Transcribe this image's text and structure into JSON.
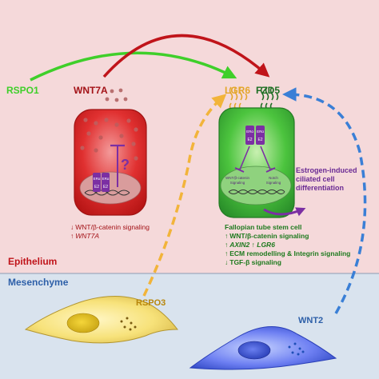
{
  "regions": {
    "epithelium": "Epithelium",
    "mesenchyme": "Mesenchyme"
  },
  "ligands": {
    "rspo1": "RSPO1",
    "wnt7a": "WNT7A",
    "lgr6": "LGR6",
    "fzd5": "FZD5",
    "rspo3": "RSPO3",
    "wnt2": "WNT2"
  },
  "red_cell": {
    "question_mark": "?",
    "era_left": "ERα",
    "e2_left": "E2",
    "era_right": "ERα",
    "e2_right": "E2",
    "effects": [
      {
        "arrow": "↓",
        "text": "WNT/β-catenin signaling",
        "italic": false
      },
      {
        "arrow": "↑",
        "text": "WNT7A",
        "italic": true
      }
    ]
  },
  "green_cell": {
    "era_left": "ERα",
    "e2_left": "E2",
    "era_right": "ERα",
    "e2_right": "E2",
    "wnt_label_1": "WNT/β-catenin",
    "wnt_label_2": "Signaling",
    "notch_label_1": "Notch",
    "notch_label_2": "Signaling",
    "title": "Fallopian tube stem cell",
    "effects": [
      {
        "arrow": "↑",
        "text": "WNT/β-catenin signaling"
      },
      {
        "arrow": "↑",
        "text": "AXIN2  ↑ LGR6"
      },
      {
        "arrow": "↑",
        "text": "ECM remodelling & Integrin signaling"
      },
      {
        "arrow": "↓",
        "text": "TGF-β signaling"
      }
    ]
  },
  "outcome": {
    "line1": "Estrogen-induced",
    "line2": "ciliated cell",
    "line3": "differentiation"
  },
  "colors": {
    "epithelium_bg": "#f5d9da",
    "mesenchyme_bg": "#d9e3ee",
    "red_cell": "#e02222",
    "green_cell": "#3fb83a",
    "purple": "#7b2fa3",
    "rspo1_green": "#3fcf2a",
    "wnt7a_red": "#c0141a",
    "orange": "#f2b43a",
    "blue": "#3a7fd6"
  }
}
